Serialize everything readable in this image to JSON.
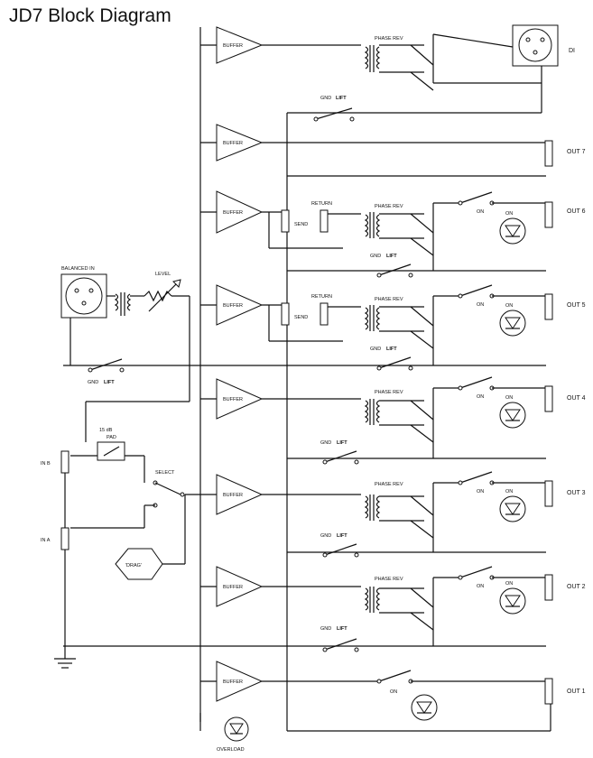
{
  "title": "JD7 Block Diagram",
  "labels": {
    "buffer": "BUFFER",
    "phase_rev": "PHASE REV",
    "gnd": "GND",
    "lift": "LIFT",
    "on": "ON",
    "return": "RETURN",
    "send": "SEND",
    "di": "DI",
    "balanced_in": "BALANCED IN",
    "level": "LEVEL",
    "pad_value": "15 dB",
    "pad": "PAD",
    "select": "SELECT",
    "drag": "'DRAG'",
    "in_b": "IN B",
    "in_a": "IN A",
    "overload": "OVERLOAD"
  },
  "outputs": [
    "DI",
    "OUT 7",
    "OUT 6",
    "OUT 5",
    "OUT 4",
    "OUT 3",
    "OUT 2",
    "OUT 1"
  ],
  "colors": {
    "line": "#111111",
    "background": "#ffffff"
  }
}
